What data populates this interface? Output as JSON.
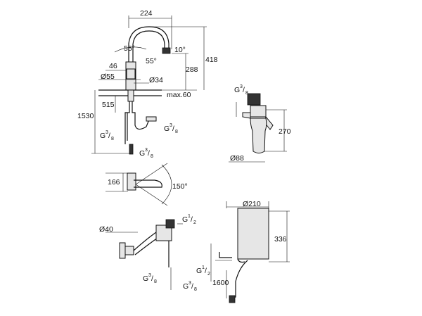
{
  "dimensions": {
    "faucet_width": "224",
    "swivel_angle_left": "55°",
    "swivel_angle_right": "55°",
    "spout_tilt": "10°",
    "total_height": "418",
    "spout_height": "288",
    "lever_offset": "46",
    "base_diameter": "Ø55",
    "hole_diameter": "Ø34",
    "deck_thickness": "max.60",
    "hose_length_1": "515",
    "hose_length_2": "1530",
    "thread_top_filter": {
      "base": "G",
      "num": "3",
      "den": "8"
    },
    "filter_height": "270",
    "filter_diameter": "Ø88",
    "thread_hose_right": {
      "base": "G",
      "num": "3",
      "den": "8"
    },
    "thread_hose_left": {
      "base": "G",
      "num": "3",
      "den": "8"
    },
    "thread_hose_bottom": {
      "base": "G",
      "num": "3",
      "den": "8"
    },
    "spout_reach": "166",
    "swivel_range": "150°",
    "valve_diameter": "Ø40",
    "thread_valve_top": {
      "base": "G",
      "num": "1",
      "den": "2"
    },
    "thread_valve_left": {
      "base": "G",
      "num": "3",
      "den": "8"
    },
    "thread_valve_right": {
      "base": "G",
      "num": "3",
      "den": "8"
    },
    "boiler_diameter": "Ø210",
    "boiler_height": "336",
    "thread_boiler": {
      "base": "G",
      "num": "1",
      "den": "2"
    },
    "cable_length": "1600"
  }
}
